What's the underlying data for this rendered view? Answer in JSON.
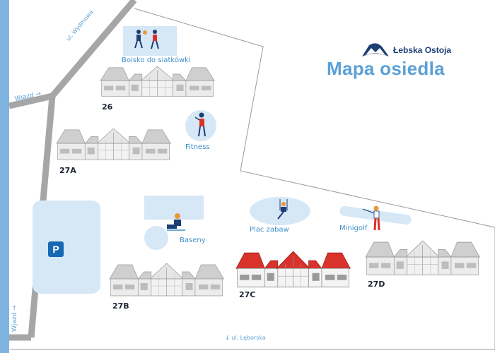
{
  "brand": {
    "name": "Łebska Ostoja",
    "logo_icon": "mountain-logo-icon",
    "color": "#1c3f74"
  },
  "map_title": "Mapa osiedla",
  "streets": [
    {
      "name": "ul. Wydmowa"
    },
    {
      "name": "↓ ul. Lęborska"
    }
  ],
  "entrances": [
    {
      "label": "Wjazd →"
    },
    {
      "label": "Wjazd →"
    }
  ],
  "buildings": [
    {
      "id": "26",
      "roof": "gray"
    },
    {
      "id": "27A",
      "roof": "gray"
    },
    {
      "id": "27B",
      "roof": "gray"
    },
    {
      "id": "27C",
      "roof": "red",
      "highlighted": true
    },
    {
      "id": "27D",
      "roof": "gray"
    }
  ],
  "amenities": [
    {
      "label": "Boisko do siatkówki",
      "icon": "volleyball-players-icon"
    },
    {
      "label": "Fitness",
      "icon": "fitness-person-icon"
    },
    {
      "label": "Baseny",
      "icon": "swimming-pool-icon"
    },
    {
      "label": "Plac zabaw",
      "icon": "playground-swing-icon"
    },
    {
      "label": "Minigolf",
      "icon": "golfer-icon"
    }
  ],
  "parking": {
    "label": "P",
    "icon": "parking-icon"
  },
  "colors": {
    "accent": "#5aa0d6",
    "amenity_fill": "#d6e7f6",
    "river": "#7fb3e0",
    "road": "#a6a6a6",
    "highlight_roof": "#d9322a",
    "building_gray": "#c8c8c8",
    "parking": "#1668b3"
  }
}
